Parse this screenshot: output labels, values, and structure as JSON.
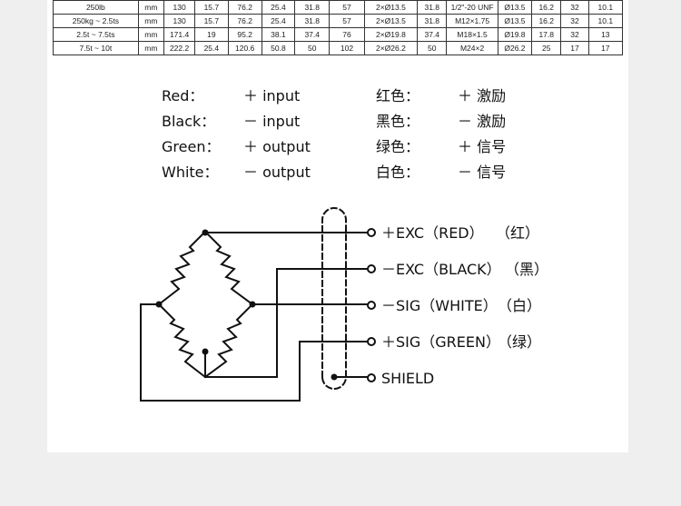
{
  "spec_table": {
    "rows": [
      [
        "250lb",
        "mm",
        "130",
        "15.7",
        "76.2",
        "25.4",
        "31.8",
        "57",
        "2×Ø13.5",
        "31.8",
        "1/2\"-20 UNF",
        "Ø13.5",
        "16.2",
        "32",
        "10.1"
      ],
      [
        "250kg ~ 2.5ts",
        "mm",
        "130",
        "15.7",
        "76.2",
        "25.4",
        "31.8",
        "57",
        "2×Ø13.5",
        "31.8",
        "M12×1.75",
        "Ø13.5",
        "16.2",
        "32",
        "10.1"
      ],
      [
        "2.5t ~ 7.5ts",
        "mm",
        "171.4",
        "19",
        "95.2",
        "38.1",
        "37.4",
        "76",
        "2×Ø19.8",
        "37.4",
        "M18×1.5",
        "Ø19.8",
        "17.8",
        "32",
        "13"
      ],
      [
        "7.5t ~ 10t",
        "mm",
        "222.2",
        "25.4",
        "120.6",
        "50.8",
        "50",
        "102",
        "2×Ø26.2",
        "50",
        "M24×2",
        "Ø26.2",
        "25",
        "17",
        "17"
      ]
    ]
  },
  "color_legend": [
    {
      "name_en": "Red：",
      "func_en": "＋ input",
      "name_cn": "红色：",
      "func_cn": "＋ 激励"
    },
    {
      "name_en": "Black：",
      "func_en": "－ input",
      "name_cn": "黑色：",
      "func_cn": "－ 激励"
    },
    {
      "name_en": "Green：",
      "func_en": "＋ output",
      "name_cn": "绿色：",
      "func_cn": "＋ 信号"
    },
    {
      "name_en": "White：",
      "func_en": "－ output",
      "name_cn": "白色：",
      "func_cn": "－ 信号"
    }
  ],
  "wiring_labels": {
    "exc_plus": "＋EXC（RED）",
    "exc_plus_cn": "（红）",
    "exc_minus": "－EXC（BLACK）",
    "exc_minus_cn": "（黑）",
    "sig_minus": "－SIG（WHITE）",
    "sig_minus_cn": "（白）",
    "sig_plus": "＋SIG（GREEN）",
    "sig_plus_cn": "（绿）",
    "shield": "SHIELD"
  },
  "colors": {
    "line": "#111111",
    "paper": "#ffffff",
    "background": "#efefef"
  }
}
